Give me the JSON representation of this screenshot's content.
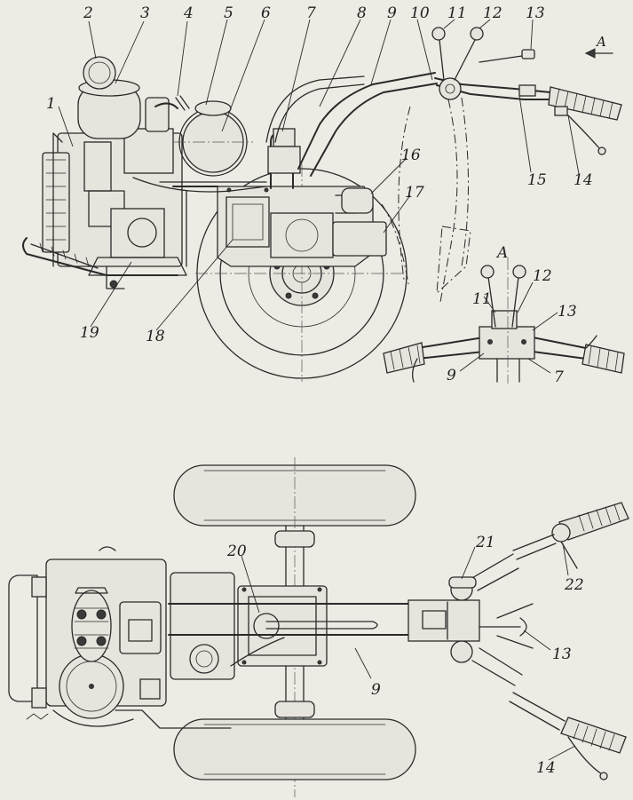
{
  "figure": {
    "side_view_labels": [
      {
        "id": "1",
        "text": "1"
      },
      {
        "id": "2",
        "text": "2"
      },
      {
        "id": "3",
        "text": "3"
      },
      {
        "id": "4",
        "text": "4"
      },
      {
        "id": "5",
        "text": "5"
      },
      {
        "id": "6",
        "text": "6"
      },
      {
        "id": "7",
        "text": "7"
      },
      {
        "id": "8",
        "text": "8"
      },
      {
        "id": "9",
        "text": "9"
      },
      {
        "id": "10",
        "text": "10"
      },
      {
        "id": "11",
        "text": "11"
      },
      {
        "id": "12",
        "text": "12"
      },
      {
        "id": "13",
        "text": "13"
      },
      {
        "id": "14",
        "text": "14"
      },
      {
        "id": "15",
        "text": "15"
      },
      {
        "id": "16",
        "text": "16"
      },
      {
        "id": "17",
        "text": "17"
      },
      {
        "id": "18",
        "text": "18"
      },
      {
        "id": "19",
        "text": "19"
      }
    ],
    "view_a_arrow_label": "A",
    "view_a": {
      "title": "A",
      "labels": [
        {
          "id": "11",
          "text": "11"
        },
        {
          "id": "12",
          "text": "12"
        },
        {
          "id": "13",
          "text": "13"
        },
        {
          "id": "9",
          "text": "9"
        },
        {
          "id": "7",
          "text": "7"
        }
      ]
    },
    "top_view_labels": [
      {
        "id": "20",
        "text": "20"
      },
      {
        "id": "21",
        "text": "21"
      },
      {
        "id": "22",
        "text": "22"
      },
      {
        "id": "13",
        "text": "13"
      },
      {
        "id": "9",
        "text": "9"
      },
      {
        "id": "14",
        "text": "14"
      }
    ]
  }
}
